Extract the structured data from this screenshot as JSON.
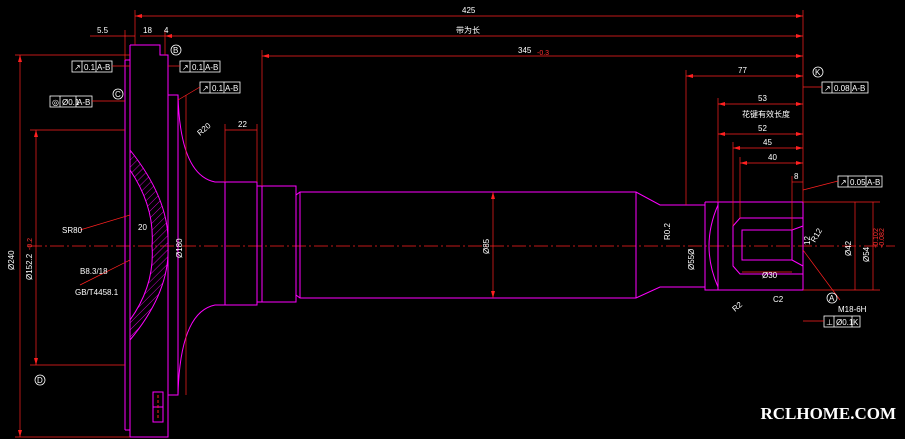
{
  "colors": {
    "background": "#000000",
    "outline": "#ff00ff",
    "dimension": "#ff2020",
    "centerline": "#ff2020",
    "text": "#ffffff",
    "hatch": "#ff00ff"
  },
  "dims": {
    "overall_length": "425",
    "total_length_label": "带为长",
    "length_345": "345",
    "tol_345": "-0.3",
    "d_77": "77",
    "d_53": "53",
    "thread_note": "花键有效长度",
    "d_52": "52",
    "d_45": "45",
    "d_40": "40",
    "d_8": "8",
    "d_22": "22",
    "d_5_5": "5.5",
    "d_18": "18",
    "d_4": "4",
    "d_r20": "R20",
    "d_20": "20",
    "d_sr80": "SR80",
    "dia_240": "Ø240",
    "dia_152": "Ø152.2",
    "tol_152": "-0.2",
    "dia_180": "Ø180",
    "dia_85": "Ø85",
    "dia_42": "Ø42",
    "dia_54": "Ø54",
    "tol_54_a": "-0.102",
    "tol_54_b": "-0.082",
    "dia_30": "Ø30",
    "r_2": "R2",
    "c2": "C2",
    "m18": "M18-6H",
    "r_0_2": "R0.2",
    "spline_note_1": "Ø55Ø",
    "spline_note_2": "B8.3/18",
    "gb": "GB/T4458.1",
    "d_12": "12",
    "r_12": "R12"
  },
  "tolerance_frames": [
    {
      "sym": "↗",
      "val": "0.1",
      "ref": "A-B"
    },
    {
      "sym": "↗",
      "val": "0.1",
      "ref": "A-B"
    },
    {
      "sym": "◎",
      "val": "Ø0.1",
      "ref": "A-B"
    },
    {
      "sym": "↗",
      "val": "0.1",
      "ref": "A-B"
    },
    {
      "sym": "↗",
      "val": "0.08",
      "ref": "A-B"
    },
    {
      "sym": "↗",
      "val": "0.05",
      "ref": "A-B"
    },
    {
      "sym": "⊥",
      "val": "Ø0.1",
      "ref": "K"
    }
  ],
  "datums": {
    "a": "A",
    "b": "B",
    "c": "C",
    "k": "K",
    "d": "D"
  },
  "watermark": "RCLHOME.COM"
}
